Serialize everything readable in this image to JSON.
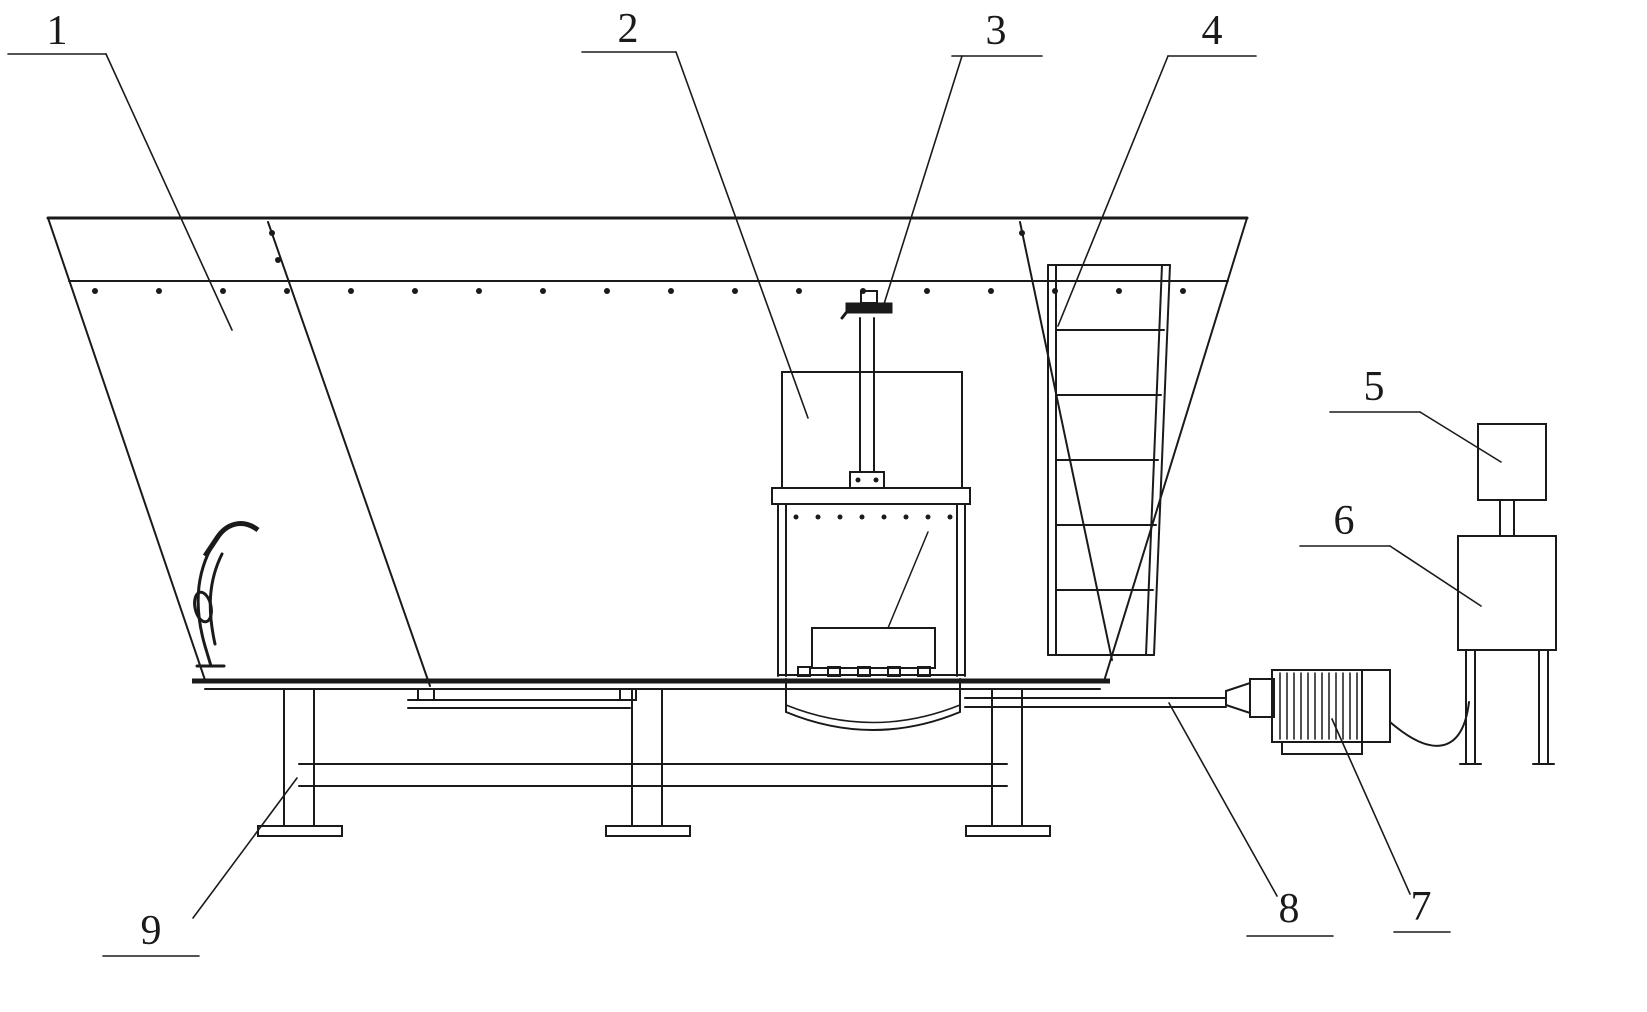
{
  "figure": {
    "kind": "patent-style-line-drawing",
    "colors": {
      "ink": "#1a1a1a",
      "background": "#ffffff"
    },
    "labels": [
      {
        "text": "1",
        "part": "hopper-left-panel"
      },
      {
        "text": "2",
        "part": "gate-lift-frame"
      },
      {
        "text": "3",
        "part": "top-actuator-valve"
      },
      {
        "text": "4",
        "part": "side-ladder-frame"
      },
      {
        "text": "5",
        "part": "control-box"
      },
      {
        "text": "6",
        "part": "stand-cabinet"
      },
      {
        "text": "7",
        "part": "vibration-motor"
      },
      {
        "text": "8",
        "part": "drive-shaft"
      },
      {
        "text": "9",
        "part": "support-leg"
      }
    ]
  }
}
